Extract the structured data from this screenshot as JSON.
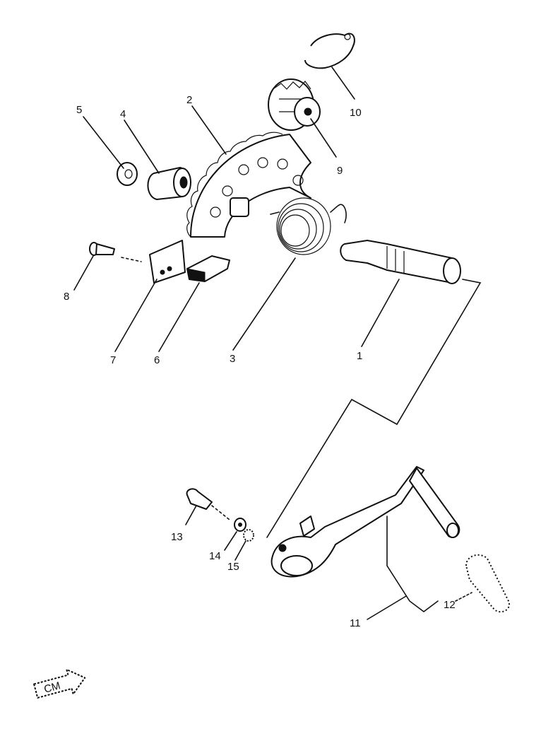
{
  "parts": [
    {
      "id": "p1",
      "label": "1"
    },
    {
      "id": "p2",
      "label": "2"
    },
    {
      "id": "p3",
      "label": "3"
    },
    {
      "id": "p4",
      "label": "4"
    },
    {
      "id": "p5",
      "label": "5"
    },
    {
      "id": "p6",
      "label": "6"
    },
    {
      "id": "p7",
      "label": "7"
    },
    {
      "id": "p8",
      "label": "8"
    },
    {
      "id": "p9",
      "label": "9"
    },
    {
      "id": "p10",
      "label": "10"
    },
    {
      "id": "p11",
      "label": "11"
    },
    {
      "id": "p12",
      "label": "12"
    },
    {
      "id": "p13",
      "label": "13"
    },
    {
      "id": "p14",
      "label": "14"
    },
    {
      "id": "p15",
      "label": "15"
    }
  ],
  "stamp": {
    "text": "CM"
  }
}
